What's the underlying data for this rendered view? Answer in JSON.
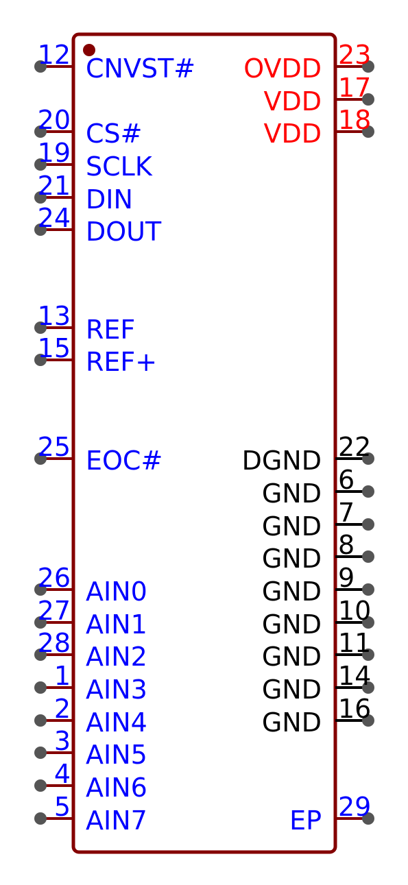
{
  "colors": {
    "body_outline": "#840000",
    "pin_line": "#840000",
    "pin_end": "#555555",
    "signal": "#0000ff",
    "power": "#ff0000",
    "ground": "#000000",
    "background": "#ffffff"
  },
  "left_pins": [
    {
      "number": "12",
      "name": "CNVST#"
    },
    {
      "number": "20",
      "name": "CS#"
    },
    {
      "number": "19",
      "name": "SCLK"
    },
    {
      "number": "21",
      "name": "DIN"
    },
    {
      "number": "24",
      "name": "DOUT"
    },
    {
      "number": "13",
      "name": "REF"
    },
    {
      "number": "15",
      "name": "REF+"
    },
    {
      "number": "25",
      "name": "EOC#"
    },
    {
      "number": "26",
      "name": "AIN0"
    },
    {
      "number": "27",
      "name": "AIN1"
    },
    {
      "number": "28",
      "name": "AIN2"
    },
    {
      "number": "1",
      "name": "AIN3"
    },
    {
      "number": "2",
      "name": "AIN4"
    },
    {
      "number": "3",
      "name": "AIN5"
    },
    {
      "number": "4",
      "name": "AIN6"
    },
    {
      "number": "5",
      "name": "AIN7"
    }
  ],
  "right_pins": [
    {
      "number": "23",
      "name": "OVDD",
      "kind": "power"
    },
    {
      "number": "17",
      "name": "VDD",
      "kind": "power"
    },
    {
      "number": "18",
      "name": "VDD",
      "kind": "power"
    },
    {
      "number": "22",
      "name": "DGND",
      "kind": "ground"
    },
    {
      "number": "6",
      "name": "GND",
      "kind": "ground"
    },
    {
      "number": "7",
      "name": "GND",
      "kind": "ground"
    },
    {
      "number": "8",
      "name": "GND",
      "kind": "ground"
    },
    {
      "number": "9",
      "name": "GND",
      "kind": "ground"
    },
    {
      "number": "10",
      "name": "GND",
      "kind": "ground"
    },
    {
      "number": "11",
      "name": "GND",
      "kind": "ground"
    },
    {
      "number": "14",
      "name": "GND",
      "kind": "ground"
    },
    {
      "number": "16",
      "name": "GND",
      "kind": "ground"
    },
    {
      "number": "29",
      "name": "EP",
      "kind": "signal"
    }
  ]
}
